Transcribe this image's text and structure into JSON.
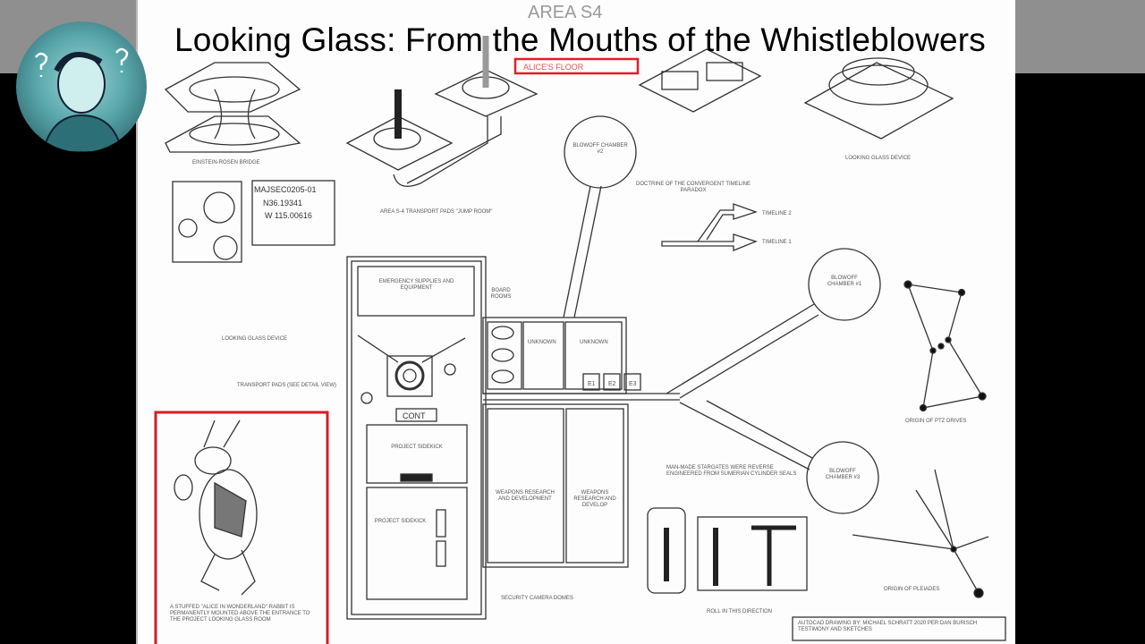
{
  "video_title": "Looking Glass: From the Mouths of the Whistleblowers",
  "channel_logo": {
    "icon": "thinking-man-question-marks-logo",
    "color": "#5aa9ad"
  },
  "diagram": {
    "heading": "AREA S4",
    "highlight_label": "ALICE'S FLOOR",
    "highlight_color": "#e0202a",
    "code_box": {
      "code": "MAJSEC0205-01",
      "lat": "N36.19341",
      "lon": "W 115.00616"
    },
    "rooms": {
      "cont": "CONT",
      "elevators": [
        "E1",
        "E2",
        "E3"
      ],
      "unknown": [
        "UNKNOWN",
        "UNKNOWN"
      ],
      "project_a": "PROJECT SIDEKICK",
      "project_b": "PROJECT SIDEKICK",
      "weapons_a": "WEAPONS RESEARCH AND DEVELOPMENT",
      "weapons_b": "WEAPONS RESEARCH AND DEVELOP",
      "supplies": "EMERGENCY SUPPLIES AND EQUIPMENT",
      "board_rooms": "BOARD ROOMS"
    },
    "chambers": [
      "BLOWOFF CHAMBER #1",
      "BLOWOFF CHAMBER #2",
      "BLOWOFF CHAMBER #3"
    ],
    "timelines": [
      "TIMELINE 2",
      "TIMELINE 1"
    ],
    "labels": {
      "looking_glass_device": "LOOKING GLASS DEVICE",
      "transport_pads": "TRANSPORT PADS (SEE DETAIL VIEW)",
      "area_s4_pads": "AREA S-4 TRANSPORT PADS \"JUMP ROOM\"",
      "wormhole": "EINSTEIN-ROSEN BRIDGE",
      "doctrine": "DOCTRINE OF THE CONVERGENT TIMELINE PARADOX",
      "security": "SECURITY CAMERA DOMES",
      "rabbit_caption": "A STUFFED \"ALICE IN WONDERLAND\" RABBIT IS PERMANENTLY MOUNTED ABOVE THE ENTRANCE TO THE PROJECT LOOKING GLASS ROOM",
      "stargates": "MAN-MADE STARGATES WERE REVERSE ENGINEERED FROM SUMERIAN CYLINDER SEALS",
      "origin_orion": "ORIGIN OF PTZ DRIVES",
      "origin_pleiades": "ORIGIN OF PLEIADES",
      "roll": "ROLL IN THIS DIRECTION",
      "credit": "AUTOCAD DRAWING BY: MICHAEL SCHRATT 2020 PER DAN BURISCH TESTIMONY AND SKETCHES"
    }
  }
}
